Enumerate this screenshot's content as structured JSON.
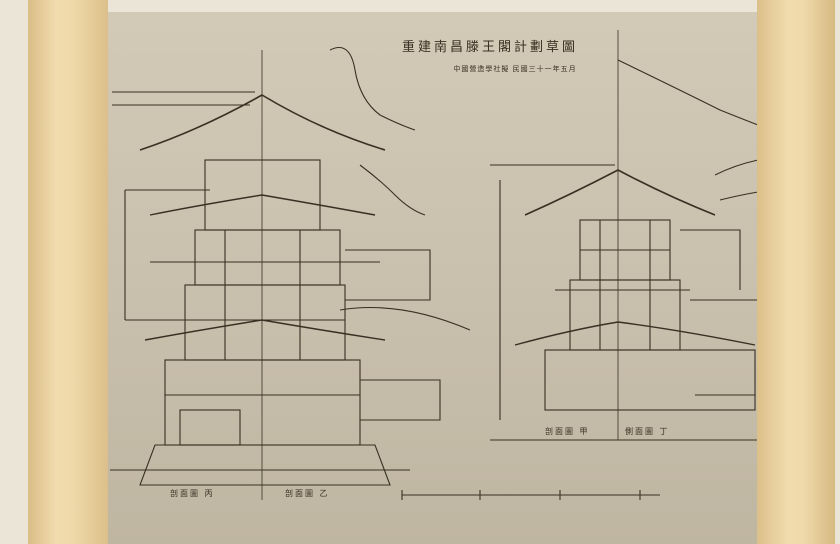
{
  "drawing": {
    "title": "重建南昌滕王閣計劃草圖",
    "subtitle": "中國營造學社擬 民國三十一年五月",
    "labels": {
      "left_a": "剖面圖 丙",
      "left_b": "剖面圖 乙",
      "right_a": "剖面圖 甲",
      "right_b": "側面圖 丁"
    }
  },
  "colors": {
    "paper": "#c9c0ad",
    "ink": "#3a2f22",
    "wood": "#e8cf9c",
    "wall": "#ece6d9"
  }
}
